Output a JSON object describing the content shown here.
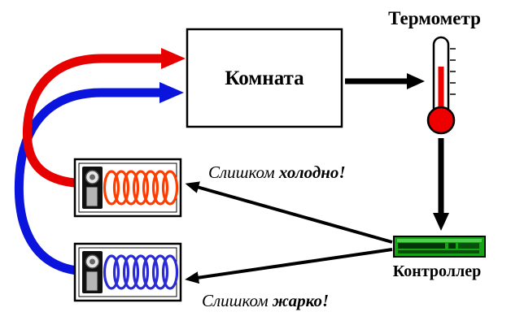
{
  "diagram": {
    "labels": {
      "thermometer": "Термометр",
      "room": "Комната",
      "controller": "Контроллер"
    },
    "messages": {
      "too_cold": {
        "prefix": "Слишком ",
        "emphasis": "холодно",
        "suffix": "!"
      },
      "too_hot": {
        "prefix": "Слишком ",
        "emphasis": "жарко",
        "suffix": "!"
      }
    },
    "colors": {
      "hot_flow": "#e60000",
      "cold_flow": "#0a14dd",
      "arrow_black": "#000000",
      "heater_coil": "#ff3d00",
      "cooler_coil": "#2b2bd6",
      "thermometer_fluid": "#ee0000",
      "controller_face": "#16a316"
    }
  }
}
